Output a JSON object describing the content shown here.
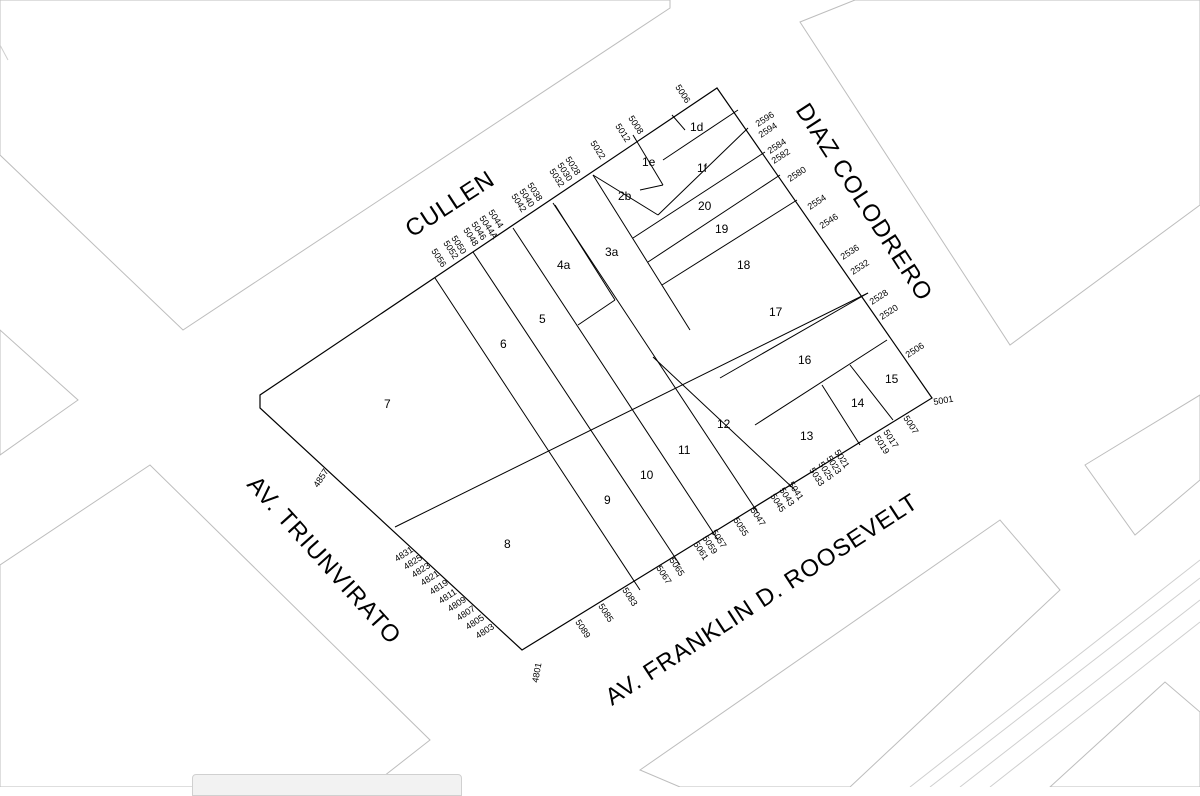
{
  "streets": {
    "cullen": "CULLEN",
    "diaz_colodrero": "DIAZ COLODRERO",
    "triunvirato": "AV. TRIUNVIRATO",
    "roosevelt": "AV. FRANKLIN D. ROOSEVELT"
  },
  "lots": [
    "1d",
    "1e",
    "1f",
    "2b",
    "3a",
    "4a",
    "5",
    "6",
    "7",
    "8",
    "9",
    "10",
    "11",
    "12",
    "13",
    "14",
    "15",
    "16",
    "17",
    "18",
    "19",
    "20"
  ],
  "addresses": {
    "cullen": [
      "5006",
      "5008",
      "5012",
      "5022",
      "5028",
      "5030",
      "5032",
      "5038",
      "5040",
      "5042",
      "5044",
      "5044A",
      "5046",
      "5048",
      "5050",
      "5052",
      "5056"
    ],
    "diaz_colodrero": [
      "2596",
      "2594",
      "2584",
      "2582",
      "2580",
      "2554",
      "2546",
      "2536",
      "2532",
      "2528",
      "2520",
      "2506"
    ],
    "roosevelt": [
      "5001",
      "5007",
      "5017",
      "5019",
      "5021",
      "5023",
      "5025",
      "5033",
      "5041",
      "5043",
      "5045",
      "5047",
      "5055",
      "5057",
      "5059",
      "5061",
      "5065",
      "5067",
      "5083",
      "5085",
      "5089"
    ],
    "triunvirato": [
      "4857",
      "4831",
      "4825",
      "4823",
      "4821",
      "4819",
      "4811",
      "4809",
      "4807",
      "4805",
      "4803",
      "4801"
    ]
  }
}
